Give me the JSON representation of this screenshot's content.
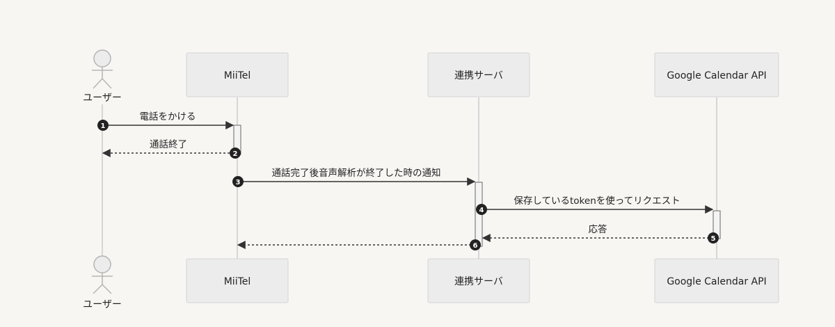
{
  "participants": [
    {
      "key": "user",
      "kind": "actor",
      "label": "ユーザー"
    },
    {
      "key": "miitel",
      "kind": "box",
      "label": "MiiTel"
    },
    {
      "key": "server",
      "kind": "box",
      "label": "連携サーバ"
    },
    {
      "key": "gcal",
      "kind": "box",
      "label": "Google Calendar API"
    }
  ],
  "messages": [
    {
      "seq": "1",
      "from": "user",
      "to": "miitel",
      "style": "solid",
      "text": "電話をかける"
    },
    {
      "seq": "2",
      "from": "miitel",
      "to": "user",
      "style": "dashed",
      "text": "通話終了"
    },
    {
      "seq": "3",
      "from": "miitel",
      "to": "server",
      "style": "solid",
      "text": "通話完了後音声解析が終了した時の通知"
    },
    {
      "seq": "4",
      "from": "server",
      "to": "gcal",
      "style": "solid",
      "text": "保存しているtokenを使ってリクエスト"
    },
    {
      "seq": "5",
      "from": "gcal",
      "to": "server",
      "style": "dashed",
      "text": "応答"
    },
    {
      "seq": "6",
      "from": "server",
      "to": "miitel",
      "style": "dashed",
      "text": ""
    }
  ],
  "colors": {
    "background": "#f7f6f3",
    "box_fill": "#ececec",
    "box_stroke": "#d4d4d4",
    "lifeline": "#cccccc",
    "arrow": "#333333",
    "badge": "#222222"
  }
}
